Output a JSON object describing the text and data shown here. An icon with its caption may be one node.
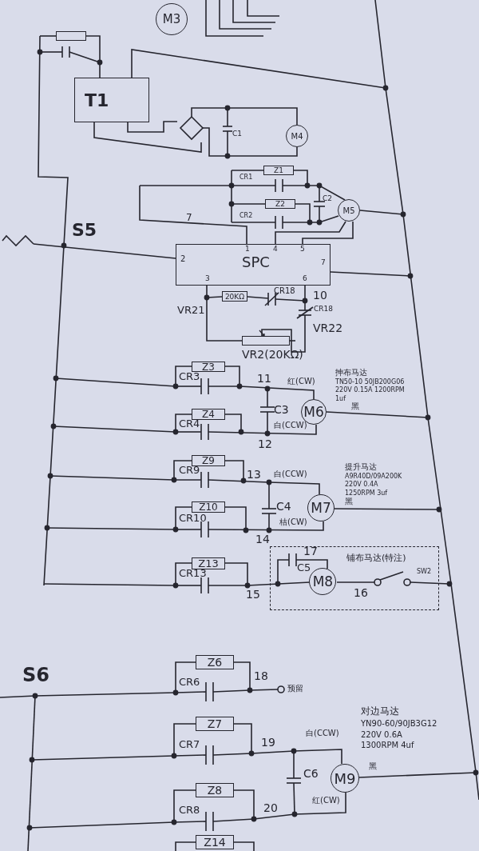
{
  "diagram": {
    "nodes": [
      {
        "text": [
          "M3"
        ]
      },
      {
        "text": [],
        "shape": "box"
      },
      {
        "text": [
          "T1"
        ]
      },
      {
        "text": [
          "M4"
        ]
      },
      {
        "text": [
          "Z1"
        ]
      },
      {
        "text": [
          "Z2"
        ]
      },
      {
        "text": [
          "M5"
        ]
      },
      {
        "text": [
          "SPC",
          "1",
          "4",
          "5",
          "2",
          "3",
          "6",
          "7"
        ]
      },
      {
        "text": [
          "20KΩ"
        ]
      },
      {
        "text": [],
        "shape": "box",
        "beside": [
          "VR2(20KΩ)"
        ]
      },
      {
        "text": [
          "Z3"
        ]
      },
      {
        "text": [
          "M6"
        ],
        "beside": [
          "抻布马达",
          "TN50-10 50JB200G06",
          "220V 0.15A 1200RPM",
          "1uf"
        ]
      },
      {
        "text": [
          "Z4"
        ]
      },
      {
        "text": [
          "Z9"
        ]
      },
      {
        "text": [
          "M7"
        ],
        "beside": [
          "提升马达",
          "A9R40D/09A200K",
          "220V 0.4A",
          "1250RPM 3uf"
        ]
      },
      {
        "text": [
          "Z10"
        ]
      },
      {
        "text": [
          "Z13"
        ]
      },
      {
        "text": [
          "铺布马达(特注)"
        ]
      },
      {
        "text": [
          "M8"
        ],
        "in": 17
      },
      {
        "text": [
          "Z6"
        ]
      },
      {
        "text": [
          "Z7"
        ]
      },
      {
        "text": [
          "Z8"
        ]
      },
      {
        "text": [
          "M9"
        ],
        "beside": [
          "对边马达",
          "YN90-60/90JB3G12",
          "220V 0.6A",
          "1300RPM 4uf"
        ]
      },
      {
        "text": [
          "Z14"
        ]
      }
    ],
    "labels": [
      "C1",
      "CR1",
      "C2",
      "7",
      "CR2",
      "S5",
      "CR18",
      "10",
      "VR21",
      "CR18",
      "VR22",
      "CR3",
      "11",
      "红(CW)",
      "C3",
      "黑",
      "CR4",
      "白(CCW)",
      "12",
      "CR9",
      "13",
      "白(CCW)",
      "C4",
      "黑",
      "CR10",
      "桔(CW)",
      "14",
      "CR13",
      "15",
      "17",
      "C5",
      "16",
      "SW2",
      "S6",
      "18",
      "预留",
      "CR6",
      "CR7",
      "19",
      "白(CCW)",
      "黑",
      "C6",
      "CR8",
      "20",
      "红(CW)"
    ]
  }
}
